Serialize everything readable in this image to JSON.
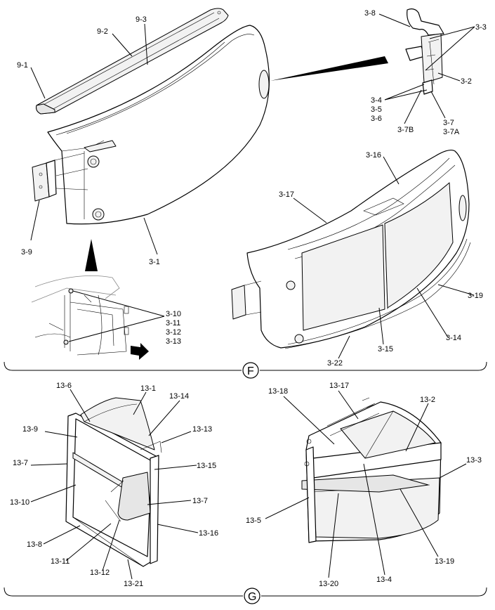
{
  "section_f": {
    "letter": "F",
    "labels": [
      "9-1",
      "9-2",
      "9-3",
      "3-8",
      "3-3",
      "3-2",
      "3-4",
      "3-5",
      "3-6",
      "3-7B",
      "3-7",
      "3-7A",
      "3-9",
      "3-1",
      "3-16",
      "3-17",
      "3-19",
      "3-14",
      "3-15",
      "3-22",
      "3-10",
      "3-11",
      "3-12",
      "3-13"
    ]
  },
  "section_g": {
    "letter": "G",
    "labels": [
      "13-6",
      "13-1",
      "13-14",
      "13-9",
      "13-13",
      "13-7",
      "13-15",
      "13-10",
      "13-7",
      "13-16",
      "13-8",
      "13-11",
      "13-12",
      "13-21",
      "13-18",
      "13-17",
      "13-2",
      "13-3",
      "13-5",
      "13-19",
      "13-20",
      "13-4"
    ]
  }
}
